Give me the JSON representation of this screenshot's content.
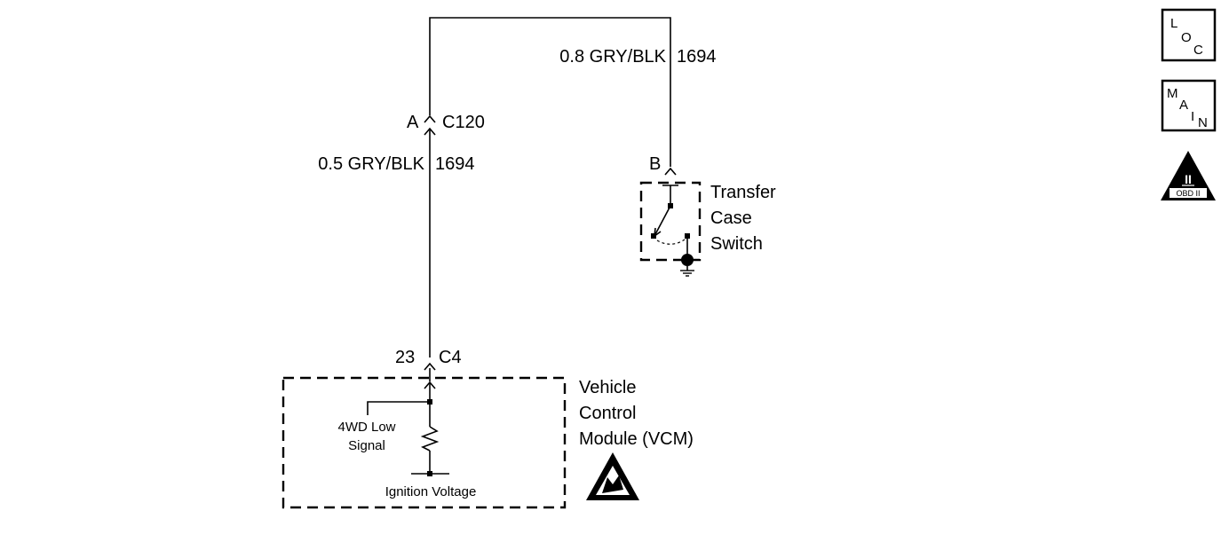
{
  "wires": {
    "upper_label": "0.8 GRY/BLK",
    "upper_circuit": "1694",
    "lower_label": "0.5 GRY/BLK",
    "lower_circuit": "1694"
  },
  "connectors": {
    "c120_pin": "A",
    "c120_name": "C120",
    "switch_pin": "B",
    "vcm_pin": "23",
    "vcm_name": "C4"
  },
  "transfer_case_switch": {
    "line1": "Transfer",
    "line2": "Case",
    "line3": "Switch"
  },
  "vcm": {
    "line1": "Vehicle",
    "line2": "Control",
    "line3": "Module (VCM)",
    "signal_line1": "4WD Low",
    "signal_line2": "Signal",
    "supply": "Ignition Voltage",
    "esd_icon": "esd-warning-icon"
  },
  "side_icons": {
    "loc": [
      "L",
      "O",
      "C"
    ],
    "main": [
      "M",
      "A",
      "I",
      "N"
    ],
    "obd_numeral": "II",
    "obd_text": "OBD II"
  }
}
